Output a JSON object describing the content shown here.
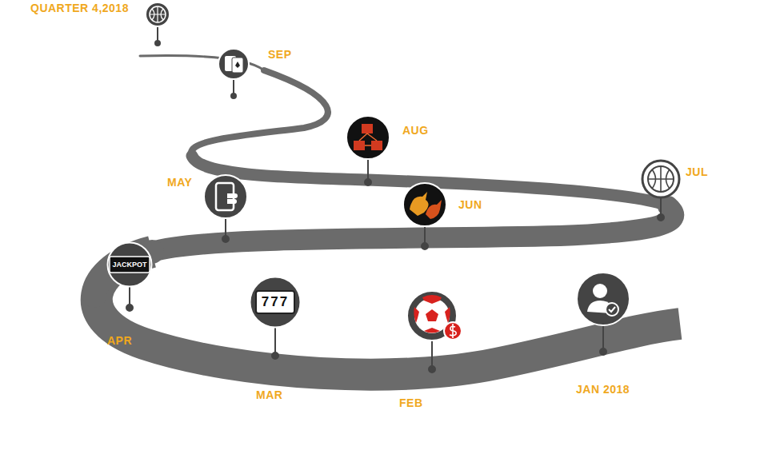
{
  "diagram": {
    "nodes": [
      {
        "text": [
          "JACKPOT"
        ]
      },
      {
        "text": [
          "777"
        ]
      }
    ],
    "labels": [
      "QUARTER 4,2018",
      "SEP",
      "AUG",
      "JUL",
      "JUN",
      "MAY",
      "APR",
      "MAR",
      "FEB",
      "JAN 2018"
    ]
  }
}
